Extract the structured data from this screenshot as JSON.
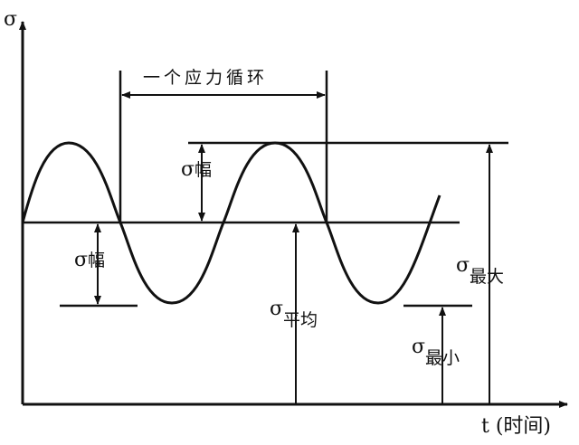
{
  "axes": {
    "y_label": "σ",
    "x_label": "t (时间)"
  },
  "labels": {
    "cycle": "一个应力循环",
    "amplitude_symbol": "σ",
    "amplitude_sub": "幅",
    "mean_symbol": "σ",
    "mean_sub": "平均",
    "max_symbol": "σ",
    "max_sub": "最大",
    "min_symbol": "σ",
    "min_sub": "最小"
  },
  "style": {
    "ink": "#111111",
    "background": "#ffffff"
  }
}
